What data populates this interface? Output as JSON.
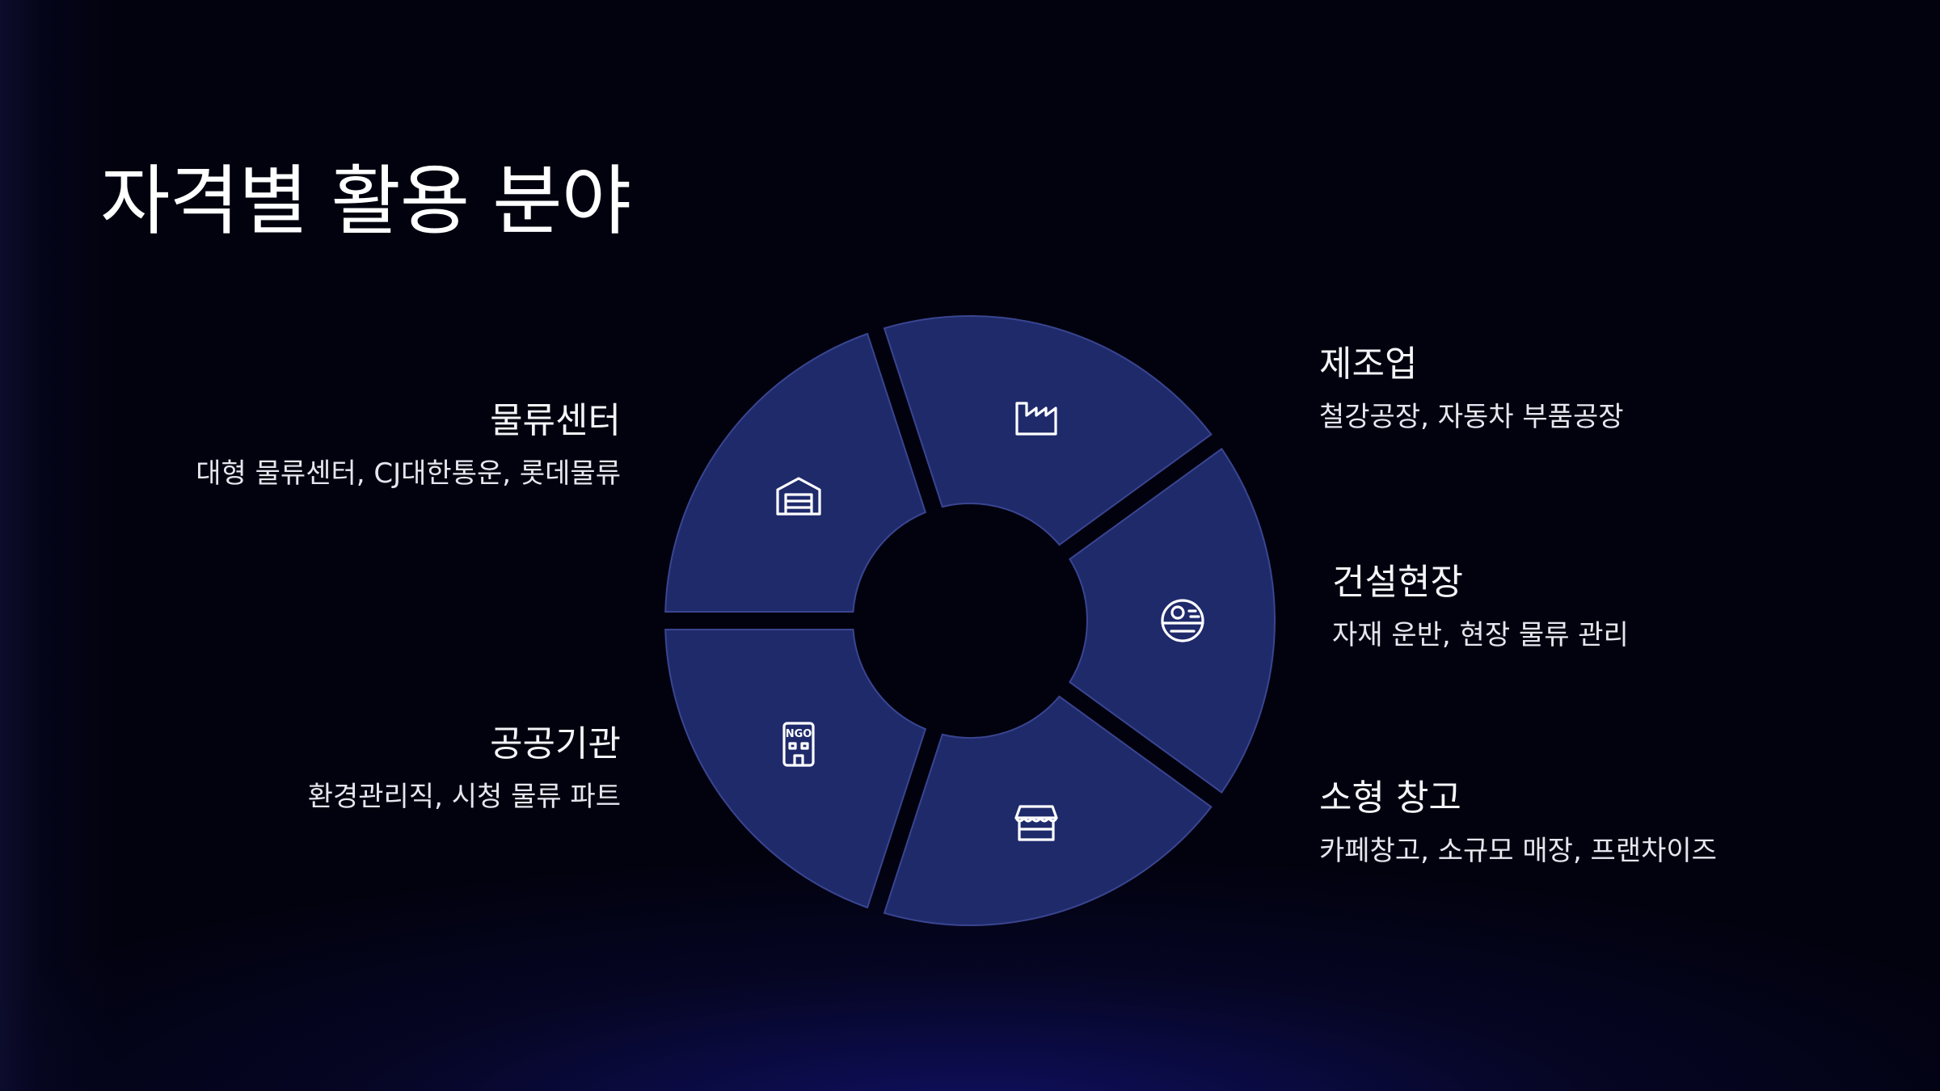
{
  "title": "자격별 활용 분야",
  "segments": [
    {
      "heading": "제조업",
      "detail": "철강공장, 자동차 부품공장",
      "icon": "factory-icon"
    },
    {
      "heading": "건설현장",
      "detail": "자재 운반, 현장 물류 관리",
      "icon": "death-star-icon"
    },
    {
      "heading": "소형 창고",
      "detail": "카페창고, 소규모 매장, 프랜차이즈",
      "icon": "store-icon"
    },
    {
      "heading": "공공기관",
      "detail": "환경관리직, 시청 물류 파트",
      "icon": "ngo-building-icon"
    },
    {
      "heading": "물류센터",
      "detail": "대형 물류센터, CJ대한통운, 롯데물류",
      "icon": "warehouse-icon"
    }
  ],
  "colors": {
    "segment_fill": "#1f2a6b",
    "background": "#02020f",
    "text": "#ffffff"
  }
}
